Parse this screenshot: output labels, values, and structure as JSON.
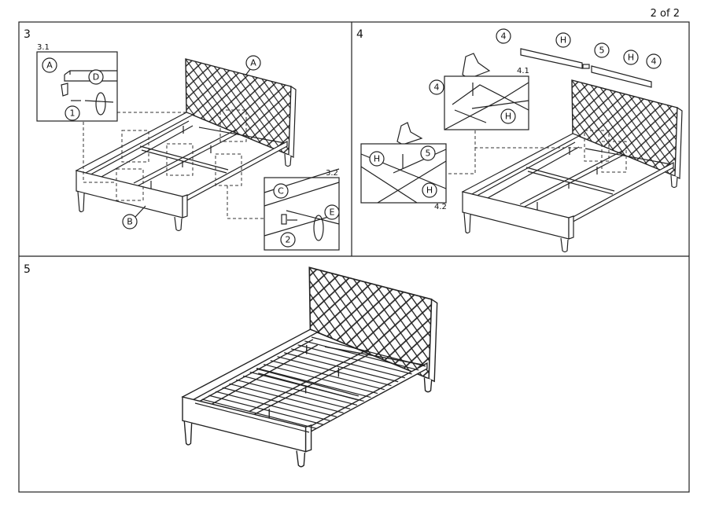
{
  "page_indicator": "2 of 2",
  "steps": {
    "s3": {
      "number": "3",
      "detail_a": "3.1",
      "detail_b": "3.2",
      "labels": [
        "A",
        "D",
        "1",
        "A",
        "B",
        "C",
        "E",
        "2"
      ]
    },
    "s4": {
      "number": "4",
      "detail_a": "4.1",
      "detail_b": "4.2",
      "labels": [
        "4",
        "H",
        "5",
        "H",
        "4",
        "4",
        "H",
        "H",
        "5",
        "H"
      ]
    },
    "s5": {
      "number": "5"
    }
  }
}
